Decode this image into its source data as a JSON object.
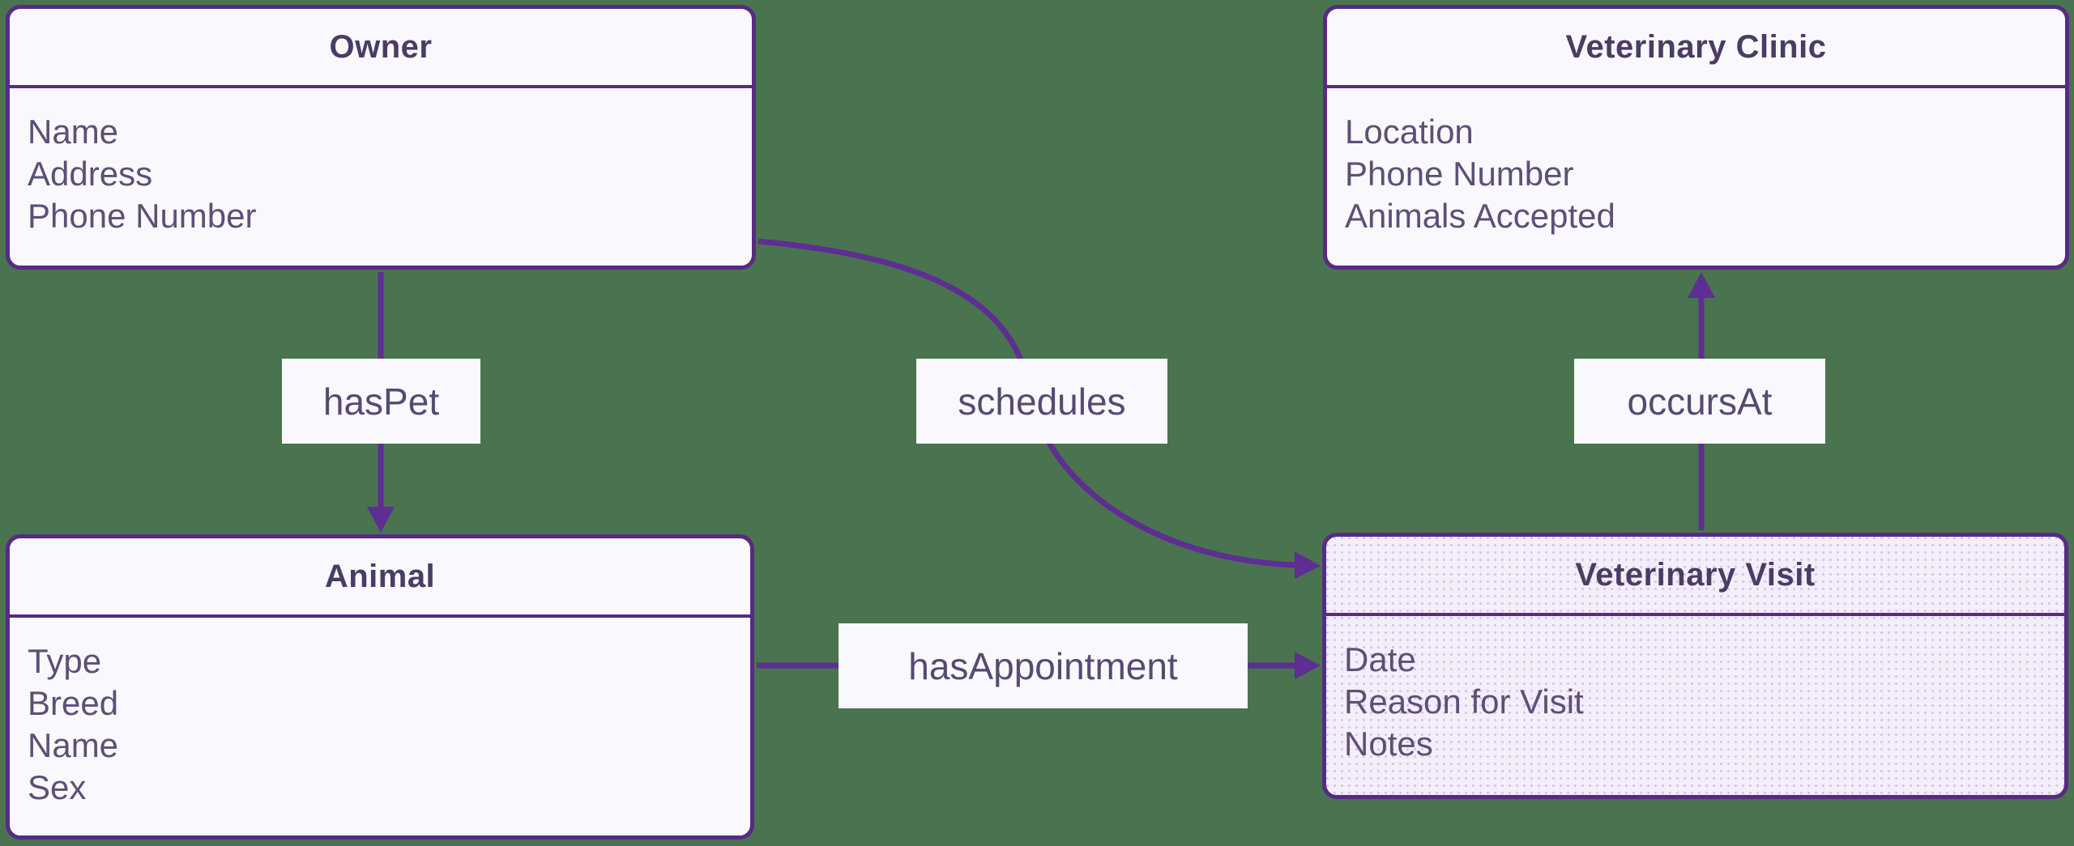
{
  "diagram": {
    "type": "entity-relationship",
    "colors": {
      "background": "#4a7350",
      "node_border": "#582a84",
      "node_fill": "#f9f8fc",
      "visit_fill": "#f4edfa",
      "arrow": "#5e2e93",
      "title_text": "#4a3c64",
      "attribute_text": "#5d4f76",
      "label_text": "#564a72",
      "label_bg": "#f9f8fc"
    },
    "entities": {
      "owner": {
        "title": "Owner",
        "attributes": [
          "Name",
          "Address",
          "Phone Number"
        ]
      },
      "veterinary_clinic": {
        "title": "Veterinary Clinic",
        "attributes": [
          "Location",
          "Phone Number",
          "Animals Accepted"
        ]
      },
      "animal": {
        "title": "Animal",
        "attributes": [
          "Type",
          "Breed",
          "Name",
          "Sex"
        ]
      },
      "veterinary_visit": {
        "title": "Veterinary Visit",
        "attributes": [
          "Date",
          "Reason for Visit",
          "Notes"
        ]
      }
    },
    "relationships": {
      "has_pet": {
        "label": "hasPet",
        "from": "Owner",
        "to": "Animal"
      },
      "schedules": {
        "label": "schedules",
        "from": "Owner",
        "to": "Veterinary Visit"
      },
      "has_appointment": {
        "label": "hasAppointment",
        "from": "Animal",
        "to": "Veterinary Visit"
      },
      "occurs_at": {
        "label": "occursAt",
        "from": "Veterinary Visit",
        "to": "Veterinary Clinic"
      }
    }
  }
}
